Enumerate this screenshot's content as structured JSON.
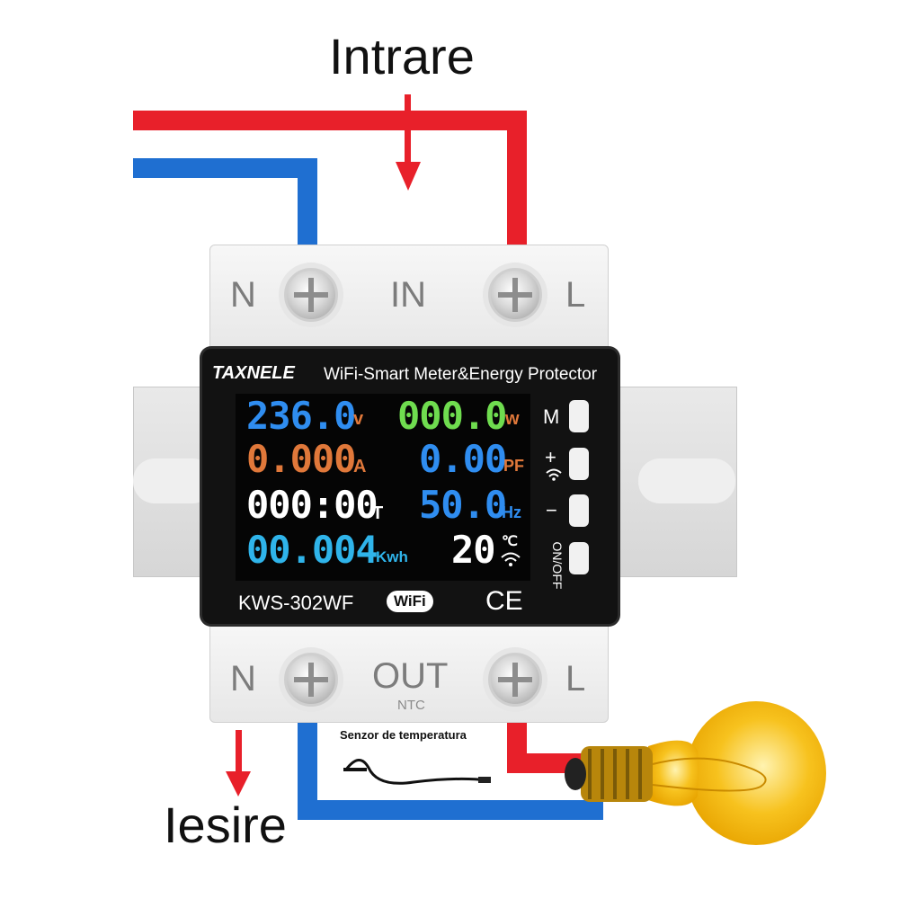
{
  "labels": {
    "input": "Intrare",
    "output": "Iesire",
    "temperature_sensor": "Senzor de temperatura"
  },
  "device": {
    "brand": "TAXNELE",
    "title": "WiFi-Smart Meter&Energy Protector",
    "model": "KWS-302WF",
    "wifi_badge": "WiFi",
    "ce_mark": "CE",
    "top_terminals": {
      "n": "N",
      "in": "IN",
      "l": "L"
    },
    "bottom_terminals": {
      "n": "N",
      "out": "OUT",
      "ntc": "NTC",
      "l": "L"
    },
    "buttons": {
      "m": "M",
      "plus": "+",
      "minus": "−",
      "onoff": "ON/OFF"
    }
  },
  "display": {
    "voltage": {
      "value": "236.0",
      "unit": "v",
      "color": "#2f8df0"
    },
    "power": {
      "value": "000.0",
      "unit": "w",
      "color": "#6fdc4f"
    },
    "current": {
      "value": "0.000",
      "unit": "A",
      "color": "#e0783a"
    },
    "power_factor": {
      "value": "0.00",
      "unit": "PF",
      "color": "#2f8df0"
    },
    "time": {
      "value": "000:00",
      "unit": "T",
      "color": "#ffffff"
    },
    "frequency": {
      "value": "50.0",
      "unit": "Hz",
      "color": "#2f8df0"
    },
    "energy": {
      "value": "00.004",
      "unit": "Kwh",
      "color": "#2fb4ea"
    },
    "temperature": {
      "value": "20",
      "unit": "℃",
      "color": "#ffffff"
    }
  },
  "colors": {
    "live_wire": "#e8202a",
    "neutral_wire": "#1f6fd1"
  }
}
